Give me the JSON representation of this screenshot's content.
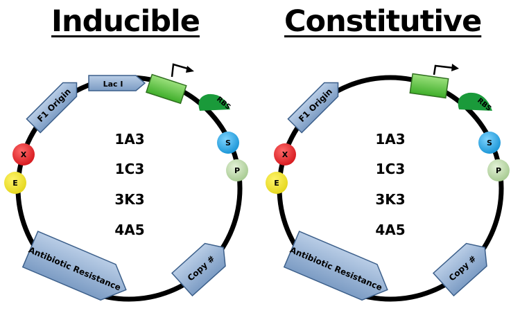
{
  "inducible": {
    "title": "Inducible",
    "parts": {
      "lac_i": "Lac I",
      "f1_origin": "F1 Origin",
      "rbs": "RBS",
      "x": "X",
      "e": "E",
      "s": "S",
      "p": "P",
      "antibiotic": "Antibiotic Resistance",
      "copy": "Copy #"
    },
    "codes": [
      "1A3",
      "1C3",
      "3K3",
      "4A5"
    ]
  },
  "constitutive": {
    "title": "Constitutive",
    "parts": {
      "f1_origin": "F1 Origin",
      "rbs": "RBS",
      "x": "X",
      "e": "E",
      "s": "S",
      "p": "P",
      "antibiotic": "Antibiotic Resistance",
      "copy": "Copy #"
    },
    "codes": [
      "1A3",
      "1C3",
      "3K3",
      "4A5"
    ]
  },
  "colors": {
    "backbone": "#000000",
    "box_fill": "#95b3d7",
    "box_stroke": "#3c5f8a",
    "promoter": "#66cc44",
    "rbs": "#1a9a3a",
    "x_site": "#e8262a",
    "e_site": "#f2ea1c",
    "s_site": "#1da8e6",
    "p_site": "#b9d7a6"
  }
}
